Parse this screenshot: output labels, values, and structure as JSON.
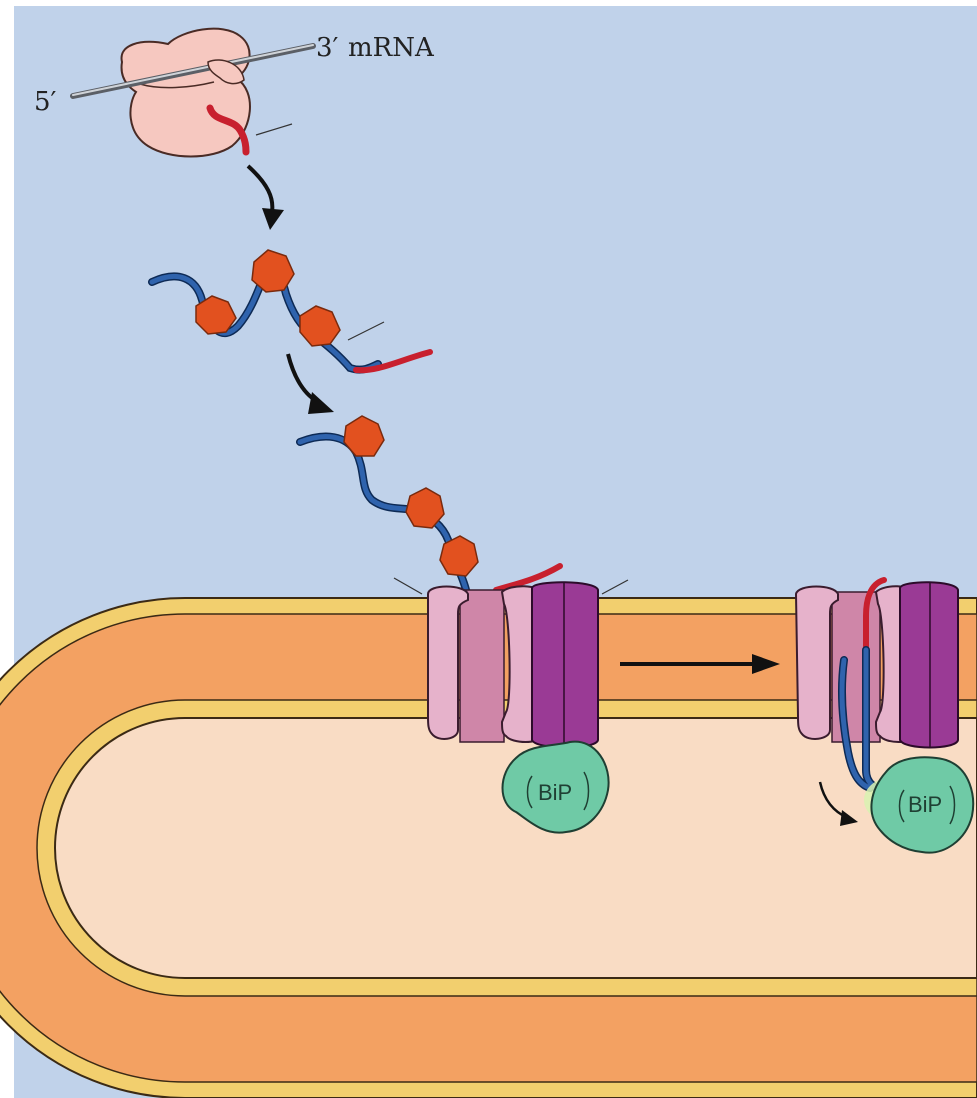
{
  "labels": {
    "five_prime": "5′",
    "three_prime": "3′",
    "mrna": "mRNA",
    "bip_left": "BiP",
    "bip_right": "BiP"
  },
  "colors": {
    "cytosol": "#c0d2ea",
    "er_lumen": "#f9dcc4",
    "membrane_outer": "#f2cf6e",
    "membrane_core": "#f3a162",
    "ribosome": "#f6c8c0",
    "signal_sequence": "#c8202e",
    "polypeptide": "#2f63ad",
    "chaperone": "#e2511f",
    "translocon_light": "#e6b2cb",
    "translocon_mid": "#cf86a8",
    "translocon_purple": "#9a3a95",
    "bip": "#6fcaa6",
    "arrow": "#111111"
  }
}
